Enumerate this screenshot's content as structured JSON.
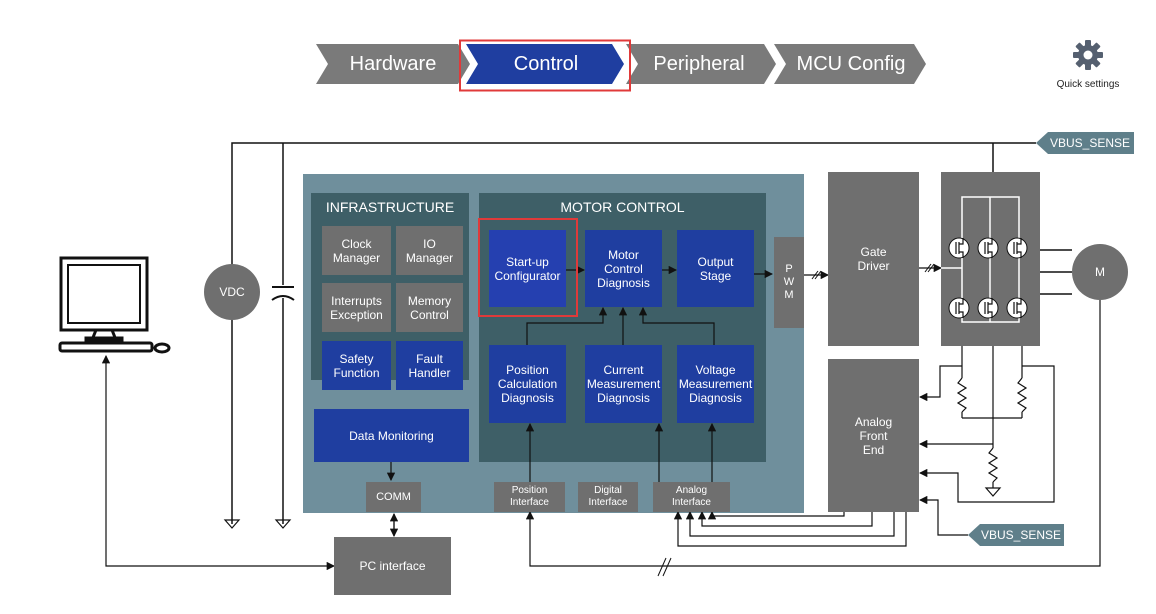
{
  "steps": [
    {
      "label": "Hardware",
      "active": false
    },
    {
      "label": "Control",
      "active": true
    },
    {
      "label": "Peripheral",
      "active": false
    },
    {
      "label": "MCU Config",
      "active": false
    }
  ],
  "quick_settings": {
    "label": "Quick settings",
    "icon": "gear-icon"
  },
  "colors": {
    "step_inactive": "#7a7a7a",
    "step_active": "#1f3ea0",
    "highlight_border": "#e03a3a",
    "outer_panel": "#6f8f9c",
    "inner_panel": "#3e5f67",
    "block_grey": "#6f6f6f",
    "block_blue": "#1f3ea0",
    "tag": "#5f7f8a"
  },
  "diagram": {
    "infrastructure": {
      "title": "INFRASTRUCTURE",
      "clock_manager": "Clock\nManager",
      "io_manager": "IO\nManager",
      "interrupts": "Interrupts\nException",
      "memory_control": "Memory\nControl",
      "safety_function": "Safety\nFunction",
      "fault_handler": "Fault\nHandler"
    },
    "data_monitoring": "Data Monitoring",
    "motor_control": {
      "title": "MOTOR CONTROL",
      "startup_configurator": "Start-up\nConfigurator",
      "motor_control_diagnosis": "Motor\nControl\nDiagnosis",
      "output_stage": "Output\nStage",
      "position_calc_diag": "Position\nCalculation\nDiagnosis",
      "current_meas_diag": "Current\nMeasurement\nDiagnosis",
      "voltage_meas_diag": "Voltage\nMeasurement\nDiagnosis"
    },
    "pwm": "P\nW\nM",
    "comm": "COMM",
    "position_interface": "Position\nInterface",
    "digital_interface": "Digital\nInterface",
    "analog_interface": "Analog\nInterface",
    "pc_interface": "PC interface",
    "gate_driver": "Gate\nDriver",
    "analog_front_end": "Analog\nFront\nEnd",
    "vdc": "VDC",
    "motor": "M",
    "vbus_sense_top": "VBUS_SENSE",
    "vbus_sense_bottom": "VBUS_SENSE"
  }
}
